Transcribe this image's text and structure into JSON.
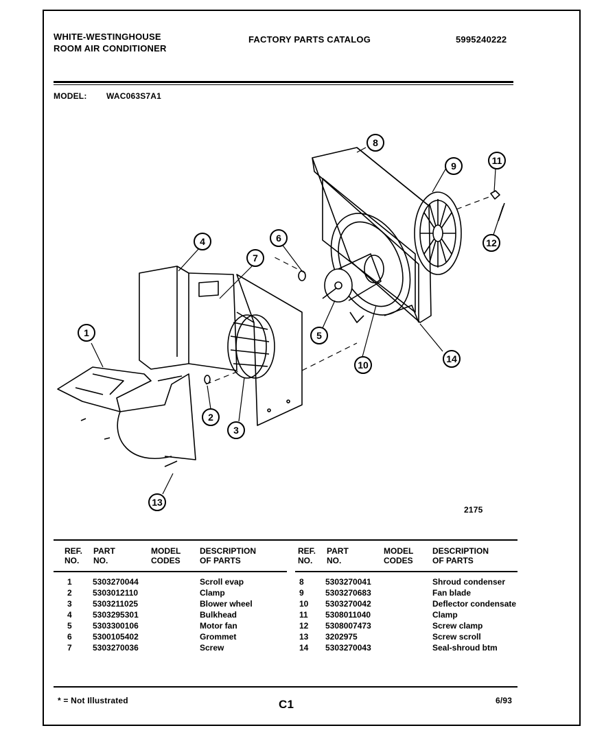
{
  "header": {
    "brand_line1": "WHITE-WESTINGHOUSE",
    "brand_line2": "ROOM AIR CONDITIONER",
    "catalog_title": "FACTORY PARTS CATALOG",
    "catalog_number": "5995240222",
    "model_label": "MODEL:",
    "model_value": "WAC063S7A1"
  },
  "diagram": {
    "drawing_number": "2175",
    "callouts": [
      "1",
      "2",
      "3",
      "4",
      "5",
      "6",
      "7",
      "8",
      "9",
      "10",
      "11",
      "12",
      "13",
      "14"
    ]
  },
  "parts_table": {
    "headers": {
      "ref_no_1": "REF.",
      "ref_no_2": "NO.",
      "part_no_1": "PART",
      "part_no_2": "NO.",
      "model_codes_1": "MODEL",
      "model_codes_2": "CODES",
      "description_1": "DESCRIPTION",
      "description_2": "OF PARTS"
    },
    "left": [
      {
        "ref": "1",
        "part": "5303270044",
        "codes": "",
        "desc": "Scroll evap"
      },
      {
        "ref": "2",
        "part": "5303012110",
        "codes": "",
        "desc": "Clamp"
      },
      {
        "ref": "3",
        "part": "5303211025",
        "codes": "",
        "desc": "Blower wheel"
      },
      {
        "ref": "4",
        "part": "5303295301",
        "codes": "",
        "desc": "Bulkhead"
      },
      {
        "ref": "5",
        "part": "5303300106",
        "codes": "",
        "desc": "Motor fan"
      },
      {
        "ref": "6",
        "part": "5300105402",
        "codes": "",
        "desc": "Grommet"
      },
      {
        "ref": "7",
        "part": "5303270036",
        "codes": "",
        "desc": "Screw"
      }
    ],
    "right": [
      {
        "ref": "8",
        "part": "5303270041",
        "codes": "",
        "desc": "Shroud condenser"
      },
      {
        "ref": "9",
        "part": "5303270683",
        "codes": "",
        "desc": "Fan blade"
      },
      {
        "ref": "10",
        "part": "5303270042",
        "codes": "",
        "desc": "Deflector condensate"
      },
      {
        "ref": "11",
        "part": "5308011040",
        "codes": "",
        "desc": "Clamp"
      },
      {
        "ref": "12",
        "part": "5308007473",
        "codes": "",
        "desc": "Screw clamp"
      },
      {
        "ref": "13",
        "part": "3202975",
        "codes": "",
        "desc": "Screw scroll"
      },
      {
        "ref": "14",
        "part": "5303270043",
        "codes": "",
        "desc": "Seal-shroud btm"
      }
    ]
  },
  "footer": {
    "note": "* = Not Illustrated",
    "page": "C1",
    "date": "6/93"
  }
}
